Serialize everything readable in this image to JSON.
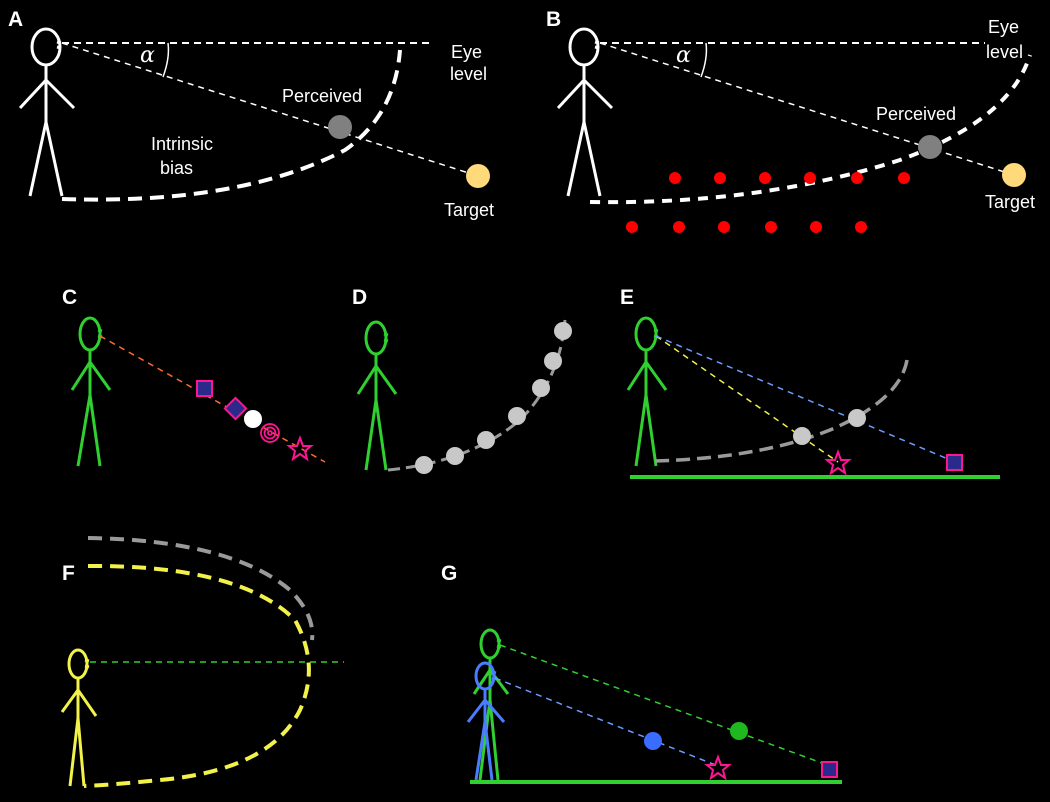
{
  "panels": {
    "A": "A",
    "B": "B",
    "C": "C",
    "D": "D",
    "E": "E",
    "F": "F",
    "G": "G"
  },
  "labels": {
    "eye": "Eye",
    "level": "level",
    "alpha": "α",
    "perceived": "Perceived",
    "intrinsic": "Intrinsic",
    "bias": "bias",
    "target": "Target"
  },
  "colors": {
    "background": "#000000",
    "white": "#ffffff",
    "gray": "#9a9a9a",
    "target": "#ffd97a",
    "red": "#ff0000",
    "green": "#2fd02f",
    "yellow": "#f2f24a",
    "blue": "#4a7cff",
    "magenta": "#ff1493",
    "navy": "#2a2a8a",
    "orange": "#ff6a2a"
  }
}
